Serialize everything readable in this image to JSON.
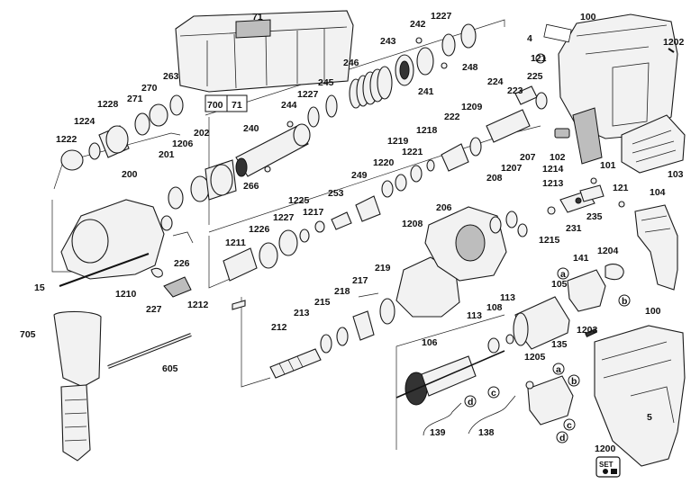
{
  "diagram": {
    "part_numbers": {
      "p71": "71",
      "p700": "700",
      "p71b": "71",
      "p242": "242",
      "p1227a": "1227",
      "p243": "243",
      "p248": "248",
      "p241": "241",
      "p246": "246",
      "p245": "245",
      "p1227b": "1227",
      "p244": "244",
      "p240": "240",
      "p266": "266",
      "p263": "263",
      "p270": "270",
      "p271": "271",
      "p1228": "1228",
      "p1224": "1224",
      "p1222": "1222",
      "p201": "201",
      "p1206": "1206",
      "p202": "202",
      "p200": "200",
      "p15": "15",
      "p226": "226",
      "p1210": "1210",
      "p227": "227",
      "p1212": "1212",
      "p1211": "1211",
      "p1226": "1226",
      "p1227c": "1227",
      "p1225": "1225",
      "p1217": "1217",
      "p253": "253",
      "p249": "249",
      "p1220": "1220",
      "p1219": "1219",
      "p1221": "1221",
      "p1218": "1218",
      "p222": "222",
      "p1209": "1209",
      "p224": "224",
      "p223": "223",
      "p225": "225",
      "p100": "100",
      "p4": "4",
      "p121": "121",
      "p1202": "1202",
      "p102": "102",
      "p1214": "1214",
      "p101": "101",
      "p103": "103",
      "p1213": "1213",
      "p121b": "121",
      "p104": "104",
      "p235": "235",
      "p231": "231",
      "p1215": "1215",
      "p207": "207",
      "p1207": "1207",
      "p208": "208",
      "p206": "206",
      "p1208": "1208",
      "p219": "219",
      "p217": "217",
      "p218": "218",
      "p215": "215",
      "p213": "213",
      "p212": "212",
      "p141": "141",
      "p1204": "1204",
      "p105": "105",
      "p113a": "113",
      "p113b": "113",
      "p108": "108",
      "p106": "106",
      "p100b": "100",
      "p1203": "1203",
      "p135": "135",
      "p1205": "1205",
      "p5": "5",
      "p705": "705",
      "p605": "605",
      "p139": "139",
      "p138": "138",
      "p1200": "1200",
      "callout_a": "a",
      "callout_b": "b",
      "callout_c": "c",
      "callout_d": "d",
      "set_badge": "SET"
    }
  }
}
